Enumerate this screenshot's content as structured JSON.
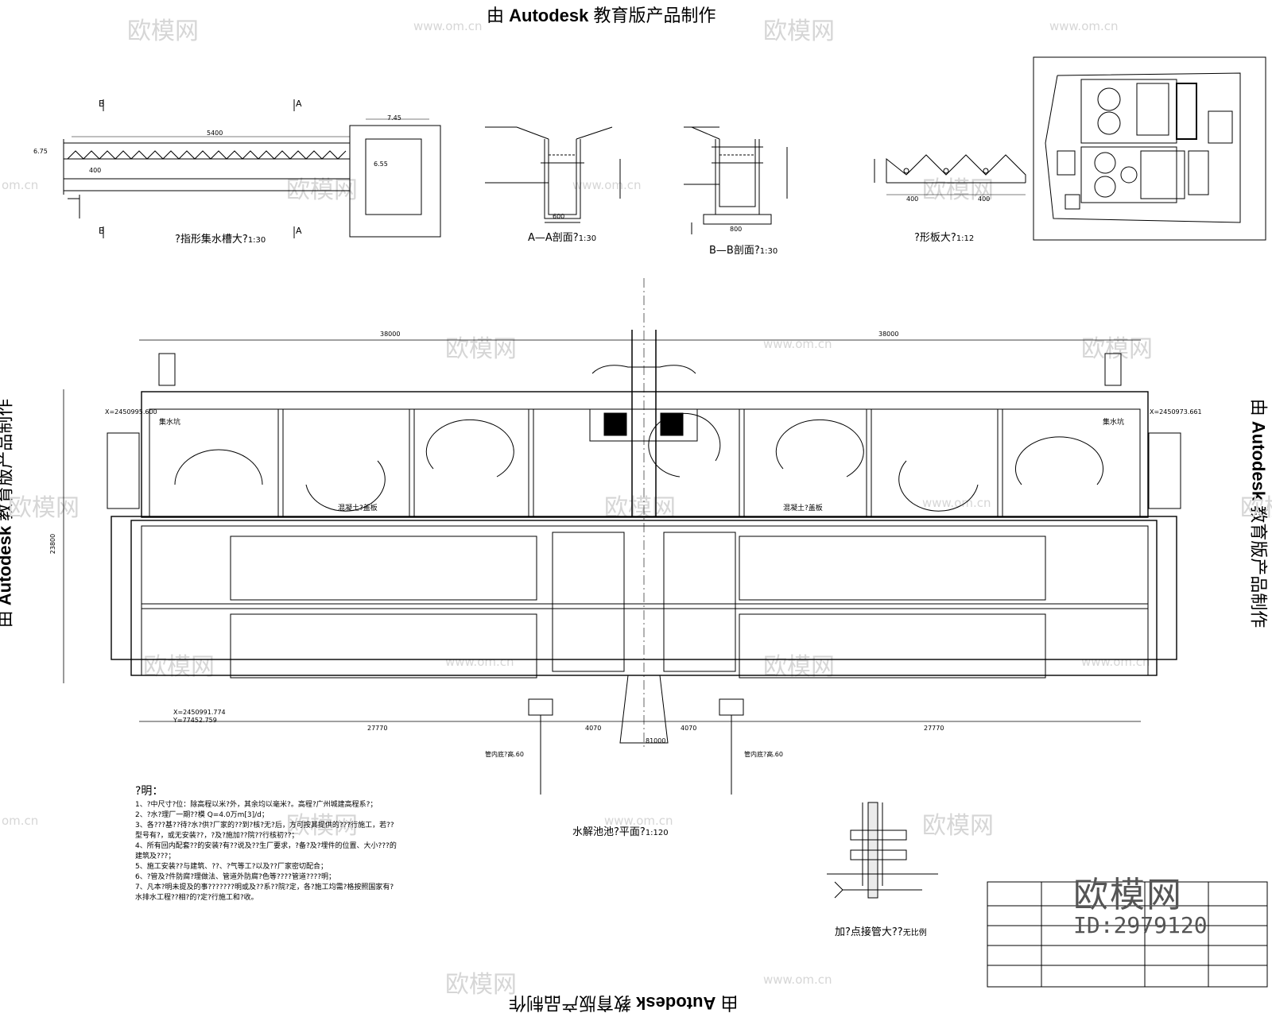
{
  "banners": {
    "prefix": "由 ",
    "brand": "Autodesk",
    "suffix": " 教育版产品制作"
  },
  "watermarks": {
    "logo_text": "欧模网",
    "domain_text": "www.om.cn",
    "domain_short": "om.cn"
  },
  "details": {
    "finger_trough": {
      "caption": "?指形集水槽大?",
      "scale": "1:30",
      "dim_total": "5400",
      "dim_745": "7.45",
      "dim_655": "6.55",
      "dim_675": "6.75",
      "dim_400": "400",
      "label_B": "B",
      "label_A": "A"
    },
    "section_aa": {
      "caption": "A—A剖面?",
      "scale": "1:30",
      "dim_600": "600"
    },
    "section_bb": {
      "caption": "B—B剖面?",
      "scale": "1:30",
      "dim_800": "800"
    },
    "weir_plate": {
      "caption": "?形板大?",
      "scale": "1:12",
      "dim_400a": "400",
      "dim_400b": "400"
    },
    "pipe_detail": {
      "caption": "加?点接管大??",
      "scale": "无比例"
    }
  },
  "plan": {
    "caption": "水解池池?平面?",
    "scale": "1:120",
    "dim_top_left": "38000",
    "dim_top_right": "38000",
    "dim_bottom_total": "81000",
    "dim_bottom_left": "27770",
    "dim_bottom_right": "27770",
    "dim_4070a": "4070",
    "dim_4070b": "4070",
    "dim_left_total": "23800",
    "label_collect_left": "集水坑",
    "label_collect_right": "集水坑",
    "label_concrete_left": "混凝土?盖板",
    "label_concrete_right": "混凝土?盖板",
    "coord_tl": "X=2450995.600",
    "coord_tr": "X=2450973.661",
    "coord_bl": "X=2450991.774",
    "coord_bl2": "Y=77452.759",
    "pipe_bottom_left": "管内底?高.60",
    "pipe_bottom_right": "管内底?高.60"
  },
  "notes": {
    "heading": "?明：",
    "items": [
      "1、?中尺寸?位：除高程以米?外，其余均以毫米?。高程?广州城建高程系?；",
      "2、?水?理厂一期??模 Q=4.0万m[3]/d；",
      "3、各???基??待?水?供?厂家的??到?核?无?后，方可按其提供的???行施工，若??型号有?，或无安装??，?及?施加??院??行核初??；",
      "4、所有回内配套??的安装?有??说及??生厂要求，?备?及?埋件的位置、大小???的建筑及???；",
      "5、施工安装??与建筑、??、?气等工?以及??厂家密切配合；",
      "6、?管及?件防腐?理做法、管道外防腐?色等????管道????明；",
      "7、凡本?明未提及的事???????明或及??系??院?定，各?施工均需?格按照国家有?水排水工程??相?的?定?行施工和?收。"
    ]
  },
  "branding": {
    "logo": "欧模网",
    "id": "ID:2979120"
  }
}
